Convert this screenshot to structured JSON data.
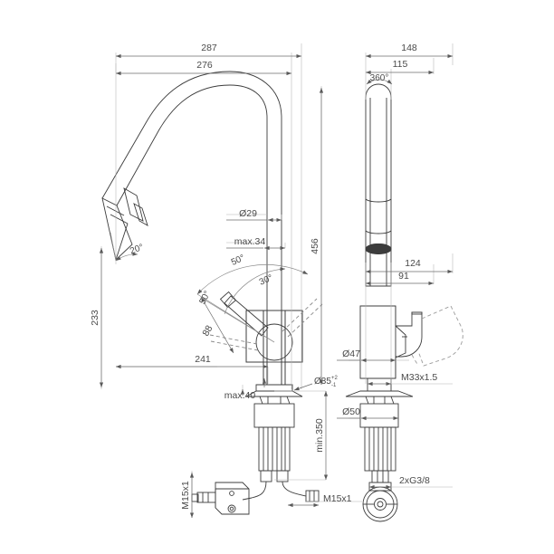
{
  "drawing": {
    "title": "Kitchen mixer tap technical dimension drawing",
    "background_color": "#ffffff",
    "line_color": "#3c3c3c",
    "dimension_color": "#6b6b6b",
    "text_color": "#4a4a4a",
    "views": [
      {
        "name": "side-view",
        "label": ""
      },
      {
        "name": "front-view",
        "label": ""
      }
    ]
  },
  "side_view": {
    "dimensions": {
      "overall_reach": "287",
      "spout_reach": "276",
      "spout_outlet_dia": "Ø29",
      "outlet_offset_max": "max.34",
      "overall_height": "456",
      "handle_height": "233",
      "handle_reach": "241",
      "handle_radius": "88",
      "clearance_max": "max.40",
      "mounting_hole_dia": "Ø35",
      "mounting_hole_tol_upper": "+2",
      "mounting_hole_tol_lower": "-1",
      "hose_length_min": "min.350",
      "supply_thread_vertical": "M15x1",
      "supply_thread_horizontal": "M15x1"
    },
    "angles": {
      "spray_head_tilt": "20°",
      "lever_left_swing": "50°",
      "lever_upper_swing": "50°",
      "lever_right_swing": "30°"
    }
  },
  "front_view": {
    "dimensions": {
      "overall_width": "148",
      "spout_width": "115",
      "body_offset": "124",
      "handle_offset": "91",
      "body_dia": "Ø47",
      "shank_thread": "M33x1.5",
      "base_dia": "Ø50",
      "supply_connections": "2xG3/8"
    },
    "angles": {
      "spout_swivel": "360°"
    }
  }
}
